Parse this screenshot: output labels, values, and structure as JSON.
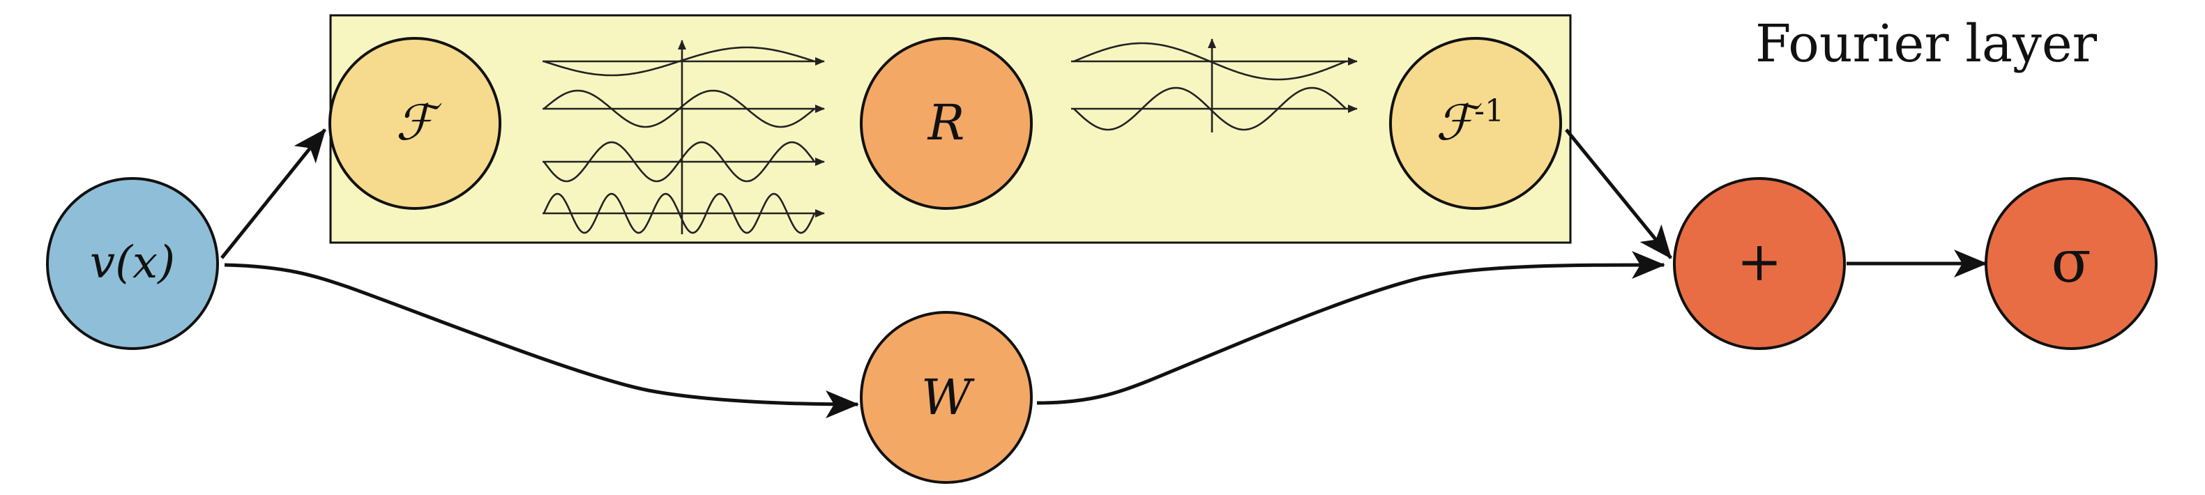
{
  "title": "Fourier layer",
  "colors": {
    "box_fill": "#F7F6C0",
    "input_node": "#8FBFD8",
    "transform_node": "#F6DA8E",
    "weight_node": "#F3A866",
    "output_node": "#E86D44",
    "stroke": "#111111"
  },
  "nodes": {
    "input": {
      "label": "v(x)"
    },
    "fourier": {
      "label": "ℱ"
    },
    "filter": {
      "label": "R"
    },
    "inverse": {
      "label": "ℱ",
      "superscript": "-1"
    },
    "weight": {
      "label": "W"
    },
    "sum": {
      "label": "+"
    },
    "activation": {
      "label": "σ"
    }
  }
}
